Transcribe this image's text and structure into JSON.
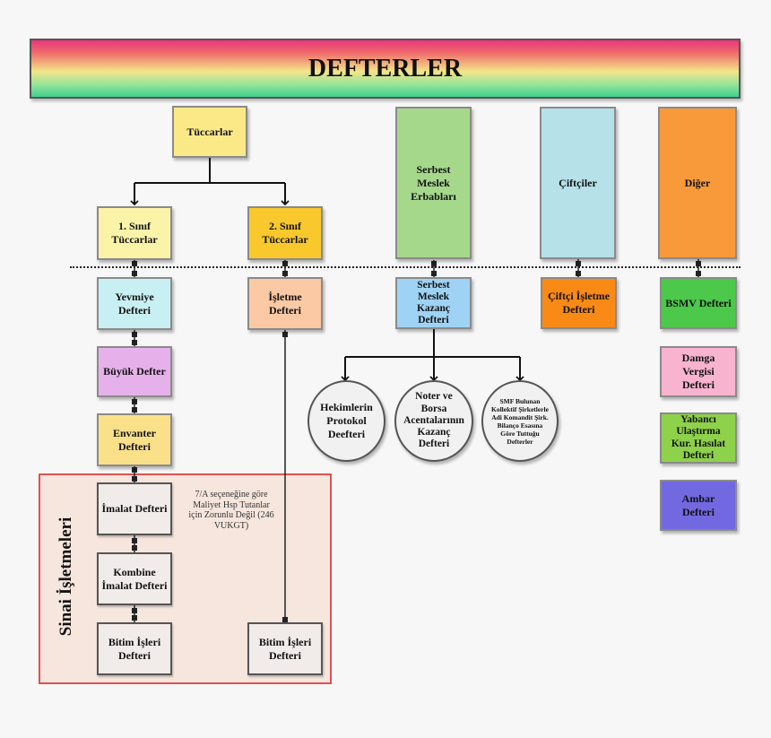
{
  "title": "DEFTERLER",
  "colors": {
    "tuccarlar": "#fbe987",
    "sinif1": "#fbf3a8",
    "sinif2": "#f9c82c",
    "serbest": "#a6d88c",
    "ciftciler": "#b6e1e9",
    "diger": "#f89a3a",
    "yevmiye": "#c8f0f3",
    "isletme": "#fbc9a3",
    "serbest_kazanc": "#9fd3f5",
    "ciftci_isletme": "#f98a16",
    "bsmv": "#4cc84a",
    "buyuk": "#e6b1ea",
    "envanter": "#fbe08a",
    "damga": "#f8b3cf",
    "yabanci": "#8ed14b",
    "ambar": "#7268e0",
    "sinai_frame": "#e05050"
  },
  "nodes": {
    "tuccarlar": "Tüccarlar",
    "sinif1": "1. Sınıf\nTüccarlar",
    "sinif2": "2. Sınıf\nTüccarlar",
    "serbest": "Serbest\nMeslek\nErbabları",
    "ciftciler": "Çiftçiler",
    "diger": "Diğer",
    "yevmiye": "Yevmiye\nDefteri",
    "isletme": "İşletme\nDefteri",
    "serbest_kazanc": "Serbest\nMeslek\nKazanç\nDefteri",
    "ciftci_isletme": "Çiftçi İşletme\nDefteri",
    "bsmv": "BSMV Defteri",
    "buyuk": "Büyük Defter",
    "envanter": "Envanter\nDefteri",
    "damga": "Damga\nVergisi\nDefteri",
    "yabanci": "Yabancı\nUlaştırma\nKur. Hasılat\nDefteri",
    "ambar": "Ambar\nDefteri",
    "imalat": "İmalat Defteri",
    "kombine": "Kombine\nİmalat Defteri",
    "bitim1": "Bitim İşleri\nDefteri",
    "bitim2": "Bitim İşleri\nDefteri",
    "hekim": "Hekimlerin\nProtokol\nDeefteri",
    "noter": "Noter ve\nBorsa\nAcentalarının\nKazanç\nDefteri",
    "smf": "SMF Bulunan\nKollektif Şirketlerle\nAdi Komandit Şirk.\nBilanço Esasına\nGöre Tuttuğu\nDefterler"
  },
  "sinai_label": "Sinai İşletmeleri",
  "note": "7/A seçeneğine göre\nMaliyet Hsp Tutanlar\niçin Zorunlu Değil (246\nVUKGT)"
}
